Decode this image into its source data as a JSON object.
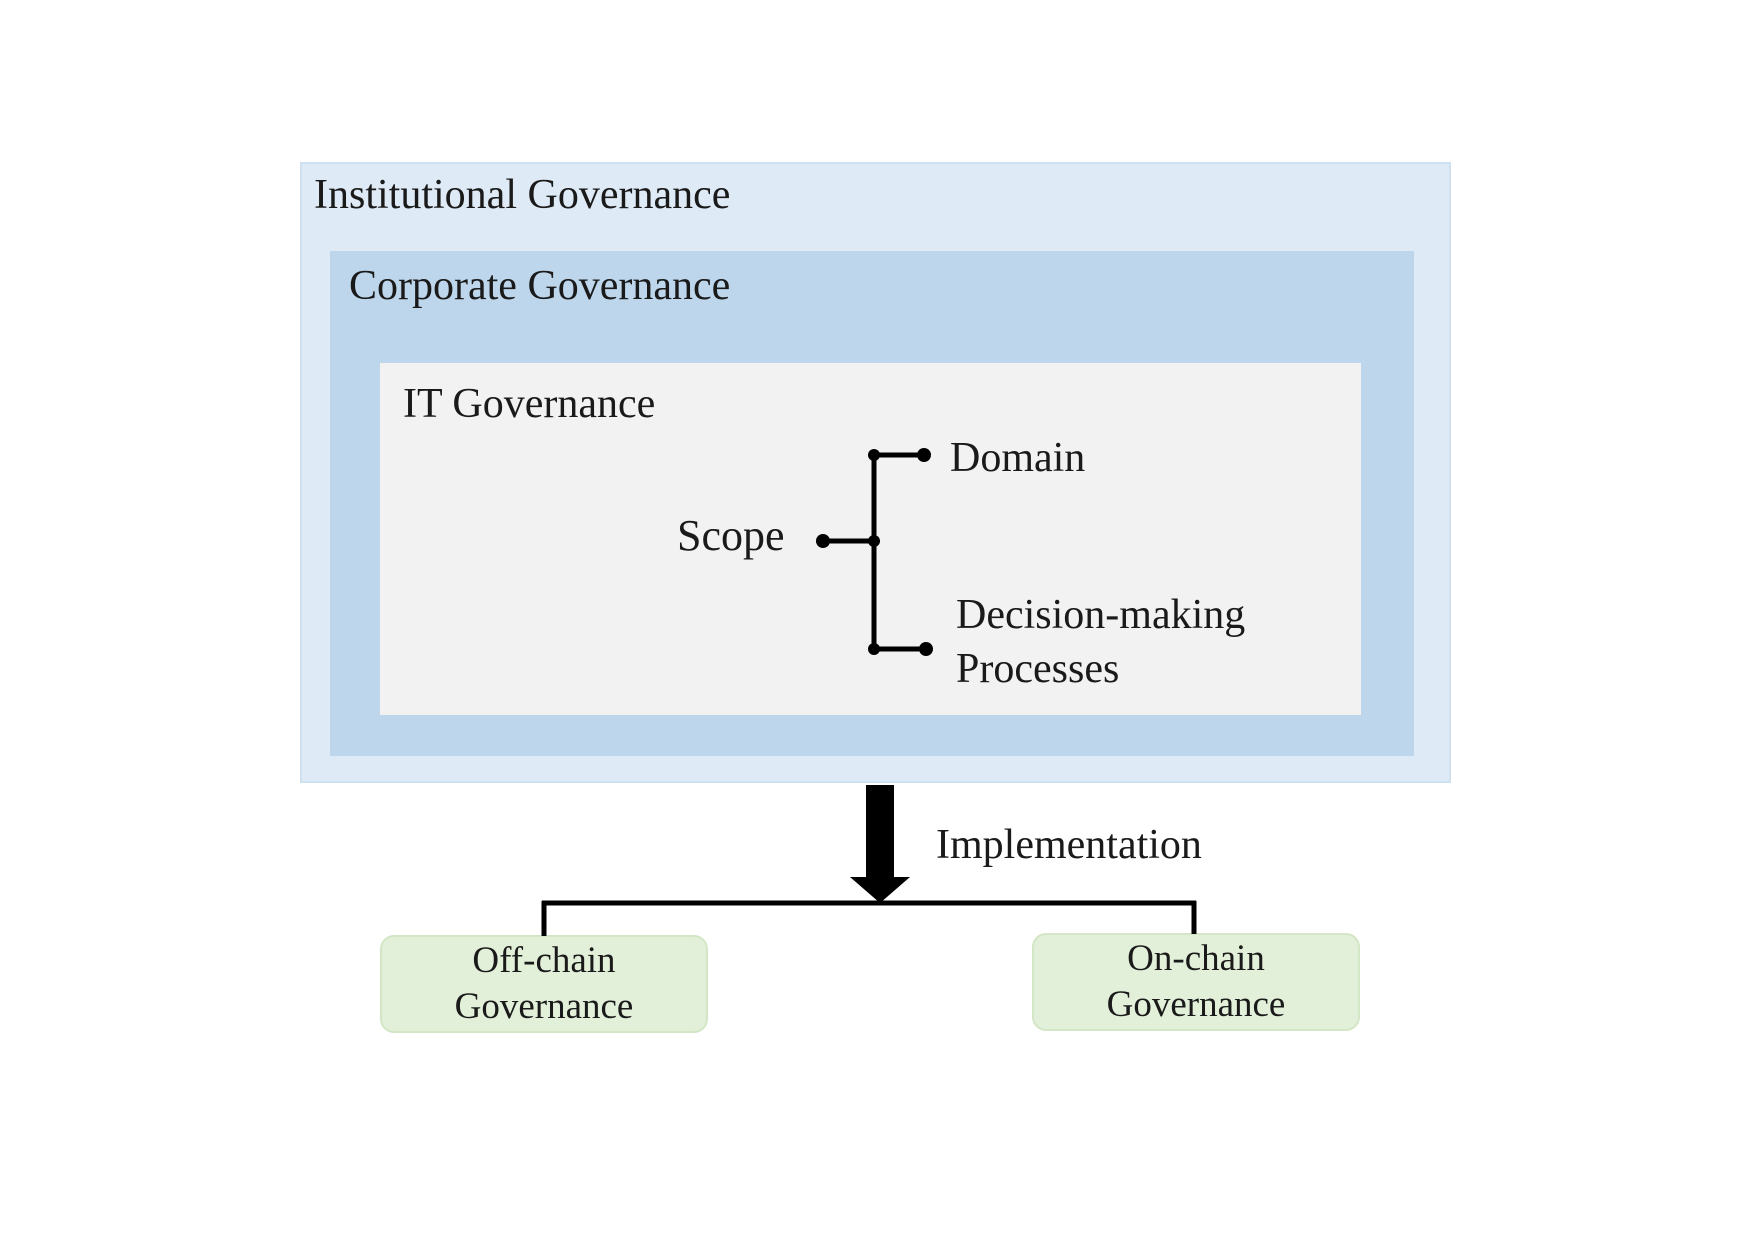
{
  "diagram": {
    "institutional": {
      "label": "Institutional  Governance"
    },
    "corporate": {
      "label": "Corporate Governance"
    },
    "it": {
      "label": "IT Governance",
      "scope": "Scope",
      "branches": {
        "domain": "Domain",
        "decision_line1": "Decision-making",
        "decision_line2": "Processes"
      }
    },
    "implementation": {
      "label": "Implementation"
    },
    "outcomes": {
      "offchain_line1": "Off-chain",
      "offchain_line2": "Governance",
      "onchain_line1": "On-chain",
      "onchain_line2": "Governance"
    },
    "colors": {
      "institutional_fill": "#deeaf6",
      "corporate_fill": "#bdd6ec",
      "it_fill": "#f2f2f2",
      "outcome_fill": "#e2f0d9"
    }
  }
}
